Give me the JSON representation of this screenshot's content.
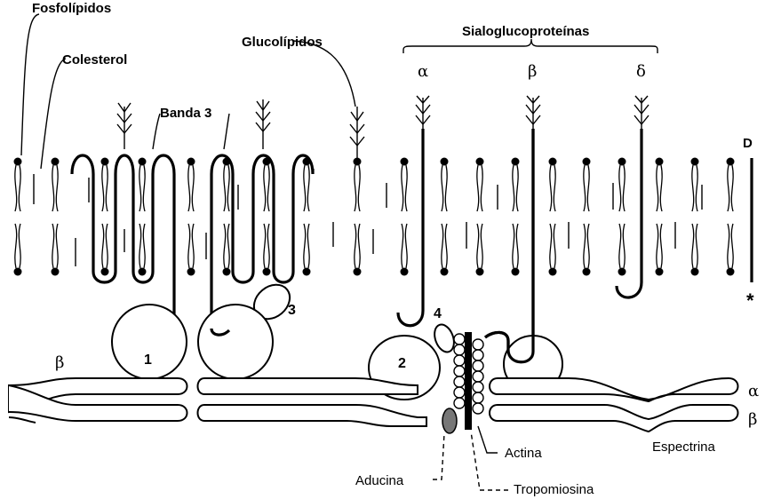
{
  "labels": {
    "fosfolipidos": "Fosfolípidos",
    "colesterol": "Colesterol",
    "glucolipidos": "Glucolípidos",
    "sialoglucoproteinas": "Sialoglucoproteínas",
    "banda3": "Banda 3",
    "aducina": "Aducina",
    "actina": "Actina",
    "tropomiosina": "Tropomiosina",
    "espectrina": "Espectrina",
    "d": "D",
    "asterisk": "*"
  },
  "greek": {
    "alpha_top": "α",
    "beta_top": "β",
    "delta_top": "δ",
    "beta_left": "β",
    "alpha_right": "α",
    "beta_right": "β"
  },
  "numbers": {
    "n1": "1",
    "n2": "2",
    "n3": "3",
    "n4": "4"
  }
}
